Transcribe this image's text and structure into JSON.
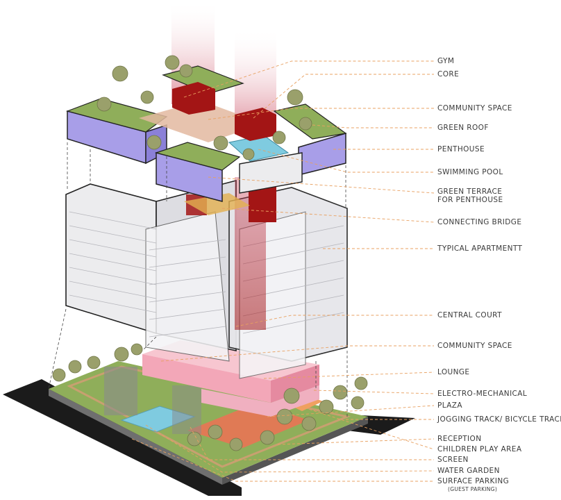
{
  "labels": {
    "gym": "GYM",
    "core": "CORE",
    "community_space_top": "COMMUNITY SPACE",
    "green_roof": "GREEN ROOF",
    "penthouse": "PENTHOUSE",
    "swimming_pool": "SWIMMING POOL",
    "green_terrace_1": "GREEN TERRACE",
    "green_terrace_2": "FOR PENTHOUSE",
    "connecting_bridge": "CONNECTING BRIDGE",
    "typical_apartment": "TYPICAL APARTMENTT",
    "central_court": "CENTRAL COURT",
    "community_space_low": "COMMUNITY SPACE",
    "lounge": "LOUNGE",
    "electro_mechanical": "ELECTRO-MECHANICAL",
    "plaza": "PLAZA",
    "jogging_track": "JOGGING TRACK/ BICYCLE TRACK",
    "reception": "RECEPTION",
    "children_play_area": "CHILDREN PLAY AREA",
    "screen": "SCREEN",
    "water_garden": "WATER GARDEN",
    "surface_parking": "SURFACE PARKING",
    "guest_parking": "(GUEST PARKING)"
  },
  "colors": {
    "leader": "#e8a060",
    "penthouse": "#a89ee8",
    "core": "#a31515",
    "green": "#8fae5a",
    "glass": "#e9e9ec",
    "pink": "#f3a7b8",
    "pool": "#7fcbe0",
    "road": "#1b1b1b"
  }
}
